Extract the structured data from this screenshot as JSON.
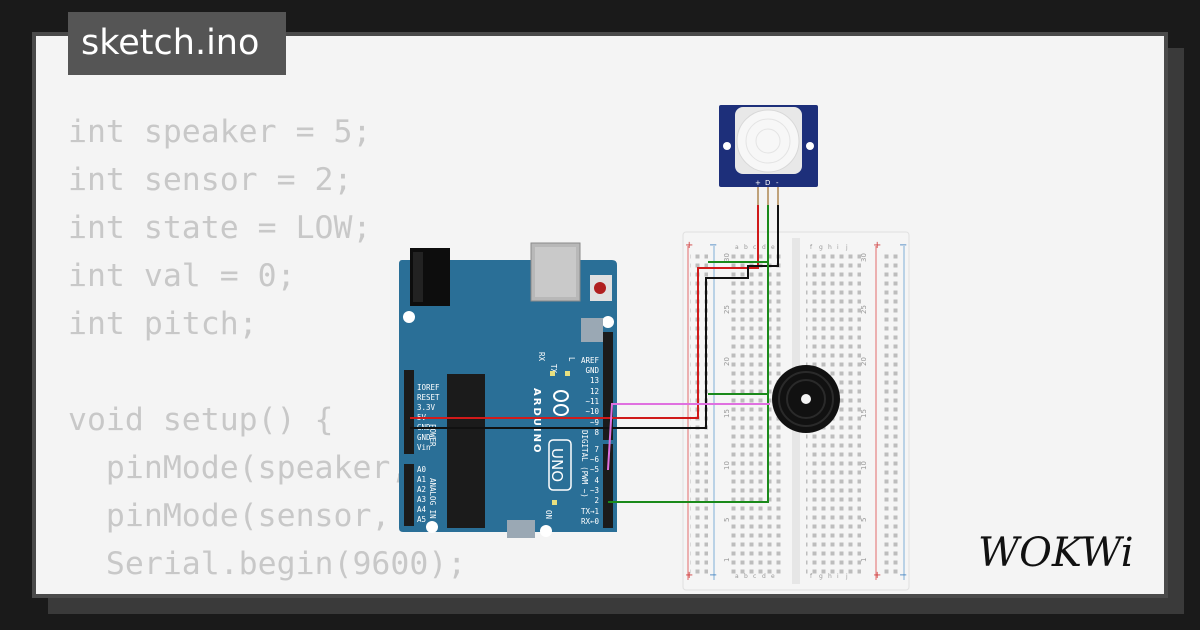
{
  "editor": {
    "filename": "sketch.ino",
    "code_lines": [
      "int speaker = 5;",
      "int sensor = 2;",
      "int state = LOW;",
      "int val = 0;",
      "int pitch;",
      "",
      "void setup() {",
      "  pinMode(speaker, OUTPUT);",
      "  pinMode(sensor, INPUT);",
      "  Serial.begin(9600);",
      "}"
    ]
  },
  "arduino": {
    "brand": "ARDUINO",
    "model": "UNO",
    "on_label": "ON",
    "power_label": "POWER",
    "analog_label": "ANALOG IN",
    "digital_label": "DIGITAL (PWM ~)",
    "led_labels": [
      "TX",
      "RX",
      "L"
    ],
    "power_pins": [
      "IOREF",
      "RESET",
      "3.3V",
      "5V",
      "GND",
      "GND",
      "Vin"
    ],
    "analog_pins": [
      "A0",
      "A1",
      "A2",
      "A3",
      "A4",
      "A5"
    ],
    "digital_pins_upper": [
      "AREF",
      "GND",
      "13",
      "12",
      "~11",
      "~10",
      "~9",
      "8"
    ],
    "digital_pins_lower": [
      "7",
      "~6",
      "~5",
      "4",
      "~3",
      "2",
      "TX→1",
      "RX←0"
    ]
  },
  "pir": {
    "pins": [
      "+",
      "D",
      "-"
    ]
  },
  "breadboard": {
    "row_numbers": [
      "30",
      "25",
      "20",
      "15",
      "10",
      "5",
      "1"
    ],
    "left_columns": [
      "a",
      "b",
      "c",
      "d",
      "e"
    ],
    "right_columns": [
      "f",
      "g",
      "h",
      "i",
      "j"
    ]
  },
  "branding": {
    "logo": "WOKWi"
  },
  "colors": {
    "board": "#2a6f97",
    "wire_red": "#d01a1a",
    "wire_black": "#111111",
    "wire_green": "#1a8a1a",
    "wire_pink": "#e070e0",
    "pir_body": "#1d2f7a",
    "code_text": "#c8c8c8"
  }
}
